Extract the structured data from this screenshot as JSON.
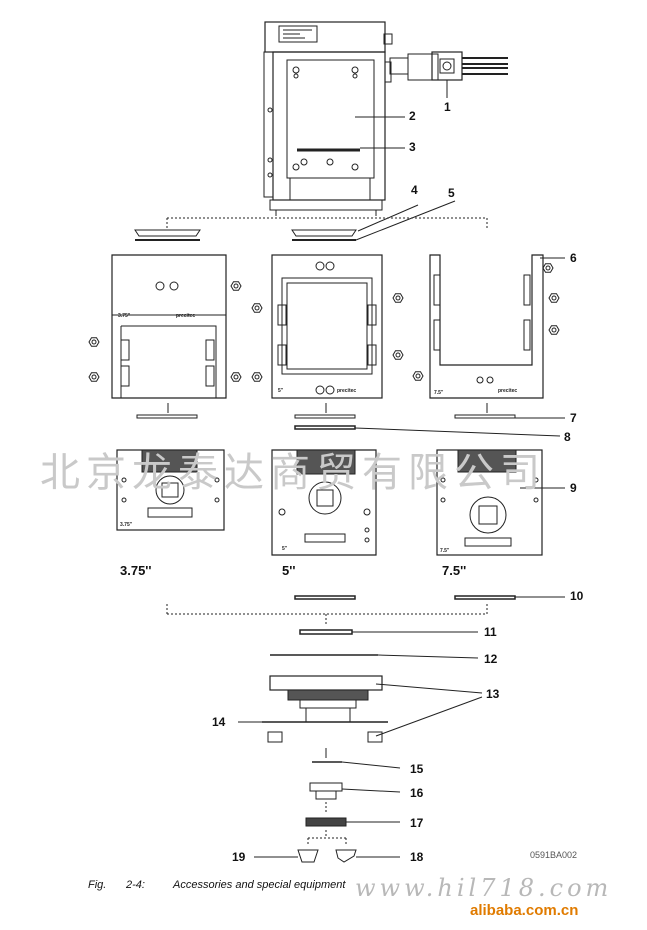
{
  "figure": {
    "callouts": [
      "1",
      "2",
      "3",
      "4",
      "5",
      "6",
      "7",
      "8",
      "9",
      "10",
      "11",
      "12",
      "13",
      "14",
      "15",
      "16",
      "17",
      "18",
      "19"
    ],
    "size_labels": [
      "3.75''",
      "5''",
      "7.5''"
    ],
    "plate_labels": [
      "3.75\"",
      "5\"",
      "7.5\""
    ],
    "brand_text": "precitec",
    "doc_id": "0591BA002",
    "caption_fig": "Fig.",
    "caption_num": "2-4:",
    "caption_text": "Accessories and special equipment"
  },
  "watermarks": {
    "chinese": "北京龙泰达商贸有限公司",
    "url": "www.hil718.com",
    "site": "alibaba.com.cn"
  },
  "colors": {
    "line": "#222222",
    "hatch": "#555555",
    "watermark": "#c9c9c9",
    "site_brand": "#e07b00"
  }
}
